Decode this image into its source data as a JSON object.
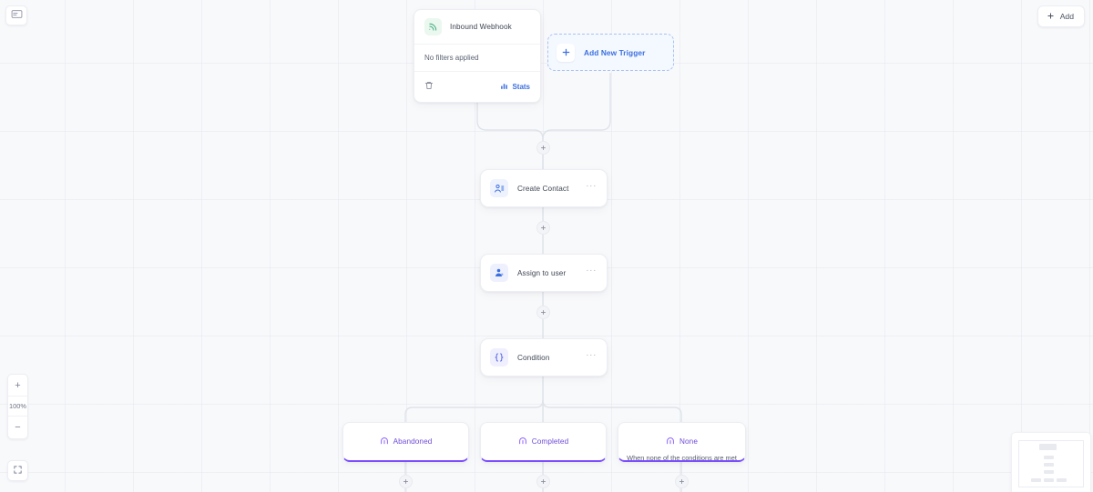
{
  "toolbar": {
    "panel_toggle_icon": "card-list-icon",
    "add_label": "Add",
    "add_icon": "plus-icon"
  },
  "zoom": {
    "in_label": "+",
    "level_label": "100%",
    "out_label": "−",
    "fit_icon": "fit-screen-icon"
  },
  "minimap": {
    "name": "minimap"
  },
  "flow": {
    "trigger": {
      "icon": "webhook-signal-icon",
      "title": "Inbound Webhook",
      "filters_text": "No filters applied",
      "delete_icon": "trash-icon",
      "stats_icon": "bar-chart-icon",
      "stats_label": "Stats"
    },
    "add_trigger": {
      "icon": "plus-icon",
      "label": "Add New Trigger"
    },
    "actions": [
      {
        "id": "create-contact",
        "icon": "contact-add-icon",
        "label": "Create Contact",
        "menu": "···"
      },
      {
        "id": "assign-user",
        "icon": "assign-user-icon",
        "label": "Assign to user",
        "menu": "···"
      },
      {
        "id": "condition",
        "icon": "braces-icon",
        "label": "Condition",
        "menu": "···"
      }
    ],
    "branches": [
      {
        "id": "abandoned",
        "icon": "branch-icon",
        "label": "Abandoned",
        "subtitle": ""
      },
      {
        "id": "completed",
        "icon": "branch-icon",
        "label": "Completed",
        "subtitle": ""
      },
      {
        "id": "none",
        "icon": "branch-icon",
        "label": "None",
        "subtitle": "When none of the conditions are met"
      }
    ],
    "add_node_icon": "plus-icon"
  },
  "colors": {
    "accent_blue": "#3b6fe0",
    "branch_purple": "#7c4dff",
    "trigger_green": "#3aa776",
    "canvas_bg": "#f8f9fb"
  }
}
